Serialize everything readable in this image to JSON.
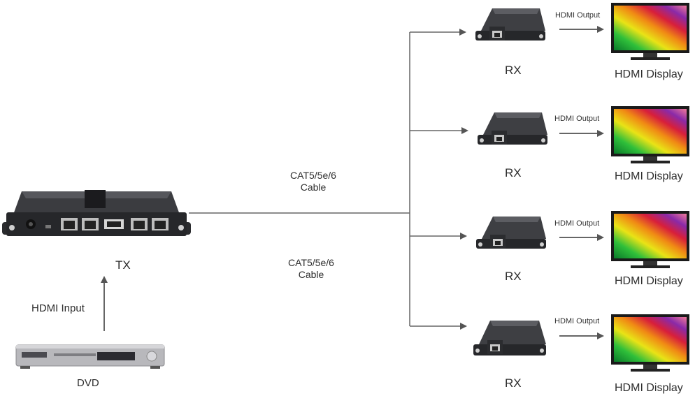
{
  "diagram": {
    "tx": {
      "label": "TX"
    },
    "source": {
      "device_label": "DVD",
      "input_label": "HDMI Input"
    },
    "cable_labels": [
      {
        "line1": "CAT5/5e/6",
        "line2": "Cable"
      },
      {
        "line1": "CAT5/5e/6",
        "line2": "Cable"
      }
    ],
    "receivers": [
      {
        "label": "RX",
        "output_label": "HDMI Output",
        "display_label": "HDMI Display"
      },
      {
        "label": "RX",
        "output_label": "HDMI Output",
        "display_label": "HDMI Display"
      },
      {
        "label": "RX",
        "output_label": "HDMI Output",
        "display_label": "HDMI Display"
      },
      {
        "label": "RX",
        "output_label": "HDMI Output",
        "display_label": "HDMI Display"
      }
    ]
  }
}
